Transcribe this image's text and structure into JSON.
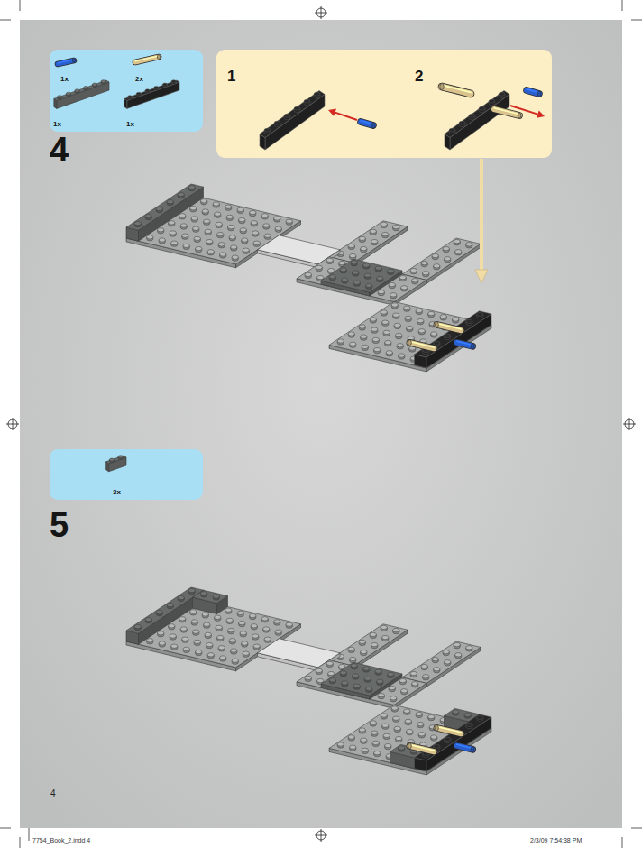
{
  "diagram": {
    "nodes": [
      {
        "text": [
          "1x",
          "2x",
          "1x",
          "1x"
        ]
      },
      {
        "text": [
          "1",
          "2"
        ]
      },
      {
        "text": [
          "3x"
        ]
      }
    ],
    "labels": [
      "4",
      "5",
      "4",
      "7754_Book_2.indd 4",
      "2/3/09 7:54:38 PM"
    ]
  }
}
